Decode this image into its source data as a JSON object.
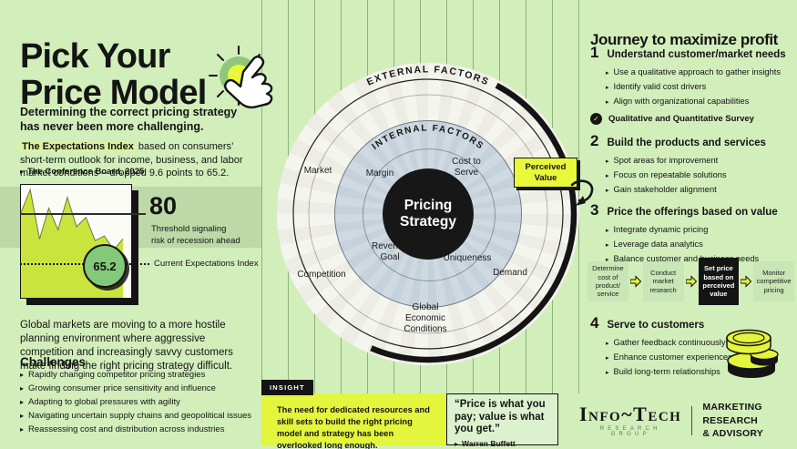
{
  "colors": {
    "background": "#d2eebb",
    "accent_yellow": "#e9f83a",
    "chart_fill": "#c9e53d",
    "dark": "#141414",
    "band_green": "#bcd9a7",
    "inner_ring": "#ccd7df",
    "current_dot_green": "#83c97a"
  },
  "icons": {
    "bullet": "▸",
    "check": "✓"
  },
  "left": {
    "title": "Pick Your\nPrice Model",
    "subtitle": "Determining the correct pricing strategy has never been more challenging.",
    "intro_highlight": "The Expectations Index",
    "intro_rest": " based on consumers’ short-term outlook for income, business, and labor market conditions – dropped 9.6 points to 65.2.",
    "intro_source": "The Conference Board, 2025",
    "threshold_value": "80",
    "threshold_caption": "Threshold signaling\nrisk of recession ahead",
    "current_value": "65.2",
    "current_caption": "Current Expectations Index",
    "body": "Global markets are moving to a more hostile planning environment where aggressive competition and increasingly savvy customers make finding the right pricing strategy difficult.",
    "challenges_title": "Challenges",
    "challenges": [
      "Rapidly changing competitor pricing strategies",
      "Growing consumer price sensitivity and influence",
      "Adapting to global pressures with agility",
      "Navigating uncertain supply chains and geopolitical issues",
      "Reassessing cost and distribution across industries"
    ]
  },
  "chart_data": {
    "type": "area",
    "title": "The Expectations Index",
    "values": [
      82,
      97,
      65,
      85,
      71,
      92,
      73,
      79,
      64,
      67,
      58,
      65.2
    ],
    "threshold": 80,
    "threshold_label": "Threshold signaling risk of recession ahead",
    "current": 65.2,
    "current_label": "Current Expectations Index",
    "ylim": [
      40,
      100
    ],
    "grid": false,
    "legend": false
  },
  "wheel": {
    "outer_band_label": "EXTERNAL FACTORS",
    "inner_band_label": "INTERNAL FACTORS",
    "center_label": "Pricing\nStrategy",
    "labels": {
      "market": "Market",
      "margin": "Margin",
      "cost_to_serve": "Cost to\nServe",
      "perceived_value": "Perceived\nValue",
      "revenue_goal": "Revenue\nGoal",
      "uniqueness": "Uniqueness",
      "competition": "Competition",
      "demand": "Demand",
      "global_economic": "Global\nEconomic\nConditions"
    }
  },
  "insight": {
    "tag": "INSIGHT",
    "text": "The need for dedicated resources and skill sets to build the right pricing model and strategy has been overlooked long enough."
  },
  "quote": {
    "text": "“Price is what you pay; value is what you get.”",
    "author": "Warren Buffett"
  },
  "journey": {
    "title": "Journey to maximize profit",
    "steps": [
      {
        "num": "1",
        "title": "Understand customer/market needs",
        "bullets": [
          "Use a qualitative approach to gather insights",
          "Identify valid cost drivers",
          "Align with organizational capabilities"
        ],
        "checked": "Qualitative and Quantitative Survey"
      },
      {
        "num": "2",
        "title": "Build the products and services",
        "bullets": [
          "Spot areas for improvement",
          "Focus on repeatable solutions",
          "Gain stakeholder alignment"
        ]
      },
      {
        "num": "3",
        "title": "Price the offerings based on value",
        "bullets": [
          "Integrate dynamic pricing",
          "Leverage data analytics",
          "Balance customer and business needs"
        ]
      },
      {
        "num": "4",
        "title": "Serve to customers",
        "bullets": [
          "Gather feedback continuously",
          "Enhance customer experiences",
          "Build long-term relationships"
        ]
      }
    ],
    "flow": [
      "Determine cost of product/ service",
      "Conduct market research",
      "Set price based on perceived value",
      "Monitor competitive pricing"
    ]
  },
  "footer": {
    "brand": "Info~Tech",
    "brand_sub": "RESEARCH GROUP",
    "division": "MARKETING RESEARCH\n& ADVISORY"
  }
}
